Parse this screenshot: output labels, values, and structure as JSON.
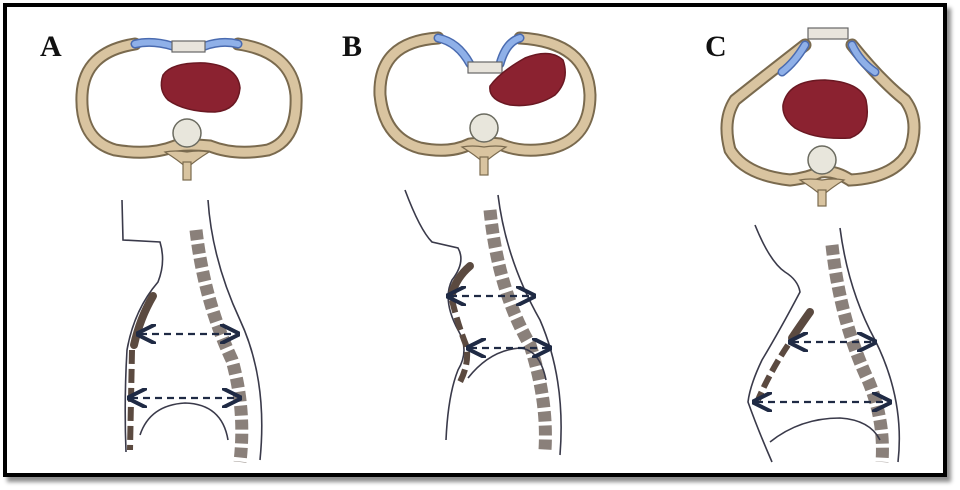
{
  "figure": {
    "panels": [
      {
        "id": "A",
        "label": "A",
        "chest_shape": "normal"
      },
      {
        "id": "B",
        "label": "B",
        "chest_shape": "sunken-sternum"
      },
      {
        "id": "C",
        "label": "C",
        "chest_shape": "protruding-sternum"
      }
    ],
    "colors": {
      "rib": "#d9c4a0",
      "rib_outline": "#7a6a4e",
      "cartilage": "#8fb0e8",
      "cartilage_outline": "#4a6bb0",
      "heart": "#8b2230",
      "vertebra": "#9a8f88",
      "outline": "#3a3a4a",
      "arrow": "#1f2a44"
    }
  }
}
